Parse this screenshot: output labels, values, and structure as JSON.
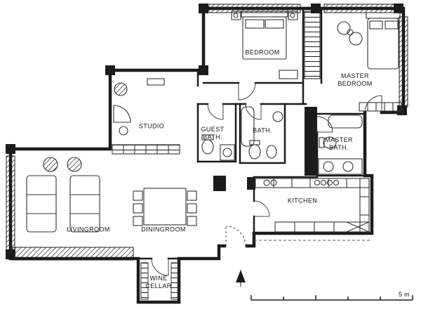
{
  "rooms": {
    "bedroom": {
      "label": "BEDROOM"
    },
    "master_bedroom": {
      "label": "MASTER\nBEDROOM"
    },
    "studio": {
      "label": "STUDIO"
    },
    "guest_bath": {
      "label": "GUEST\nBATH."
    },
    "bath": {
      "label": "BATH."
    },
    "master_bath": {
      "label": "MASTER\nBATH."
    },
    "livingroom": {
      "label": "LIVINGROOM"
    },
    "diningroom": {
      "label": "DININGROOM"
    },
    "kitchen": {
      "label": "KITCHEN"
    },
    "wine_cellar": {
      "label": "WINE\nCELLAR"
    }
  },
  "scale_bar": {
    "label": "5 m"
  },
  "colors": {
    "ink": "#1c1c1c",
    "paper": "#ffffff",
    "furniture": "#333333"
  }
}
